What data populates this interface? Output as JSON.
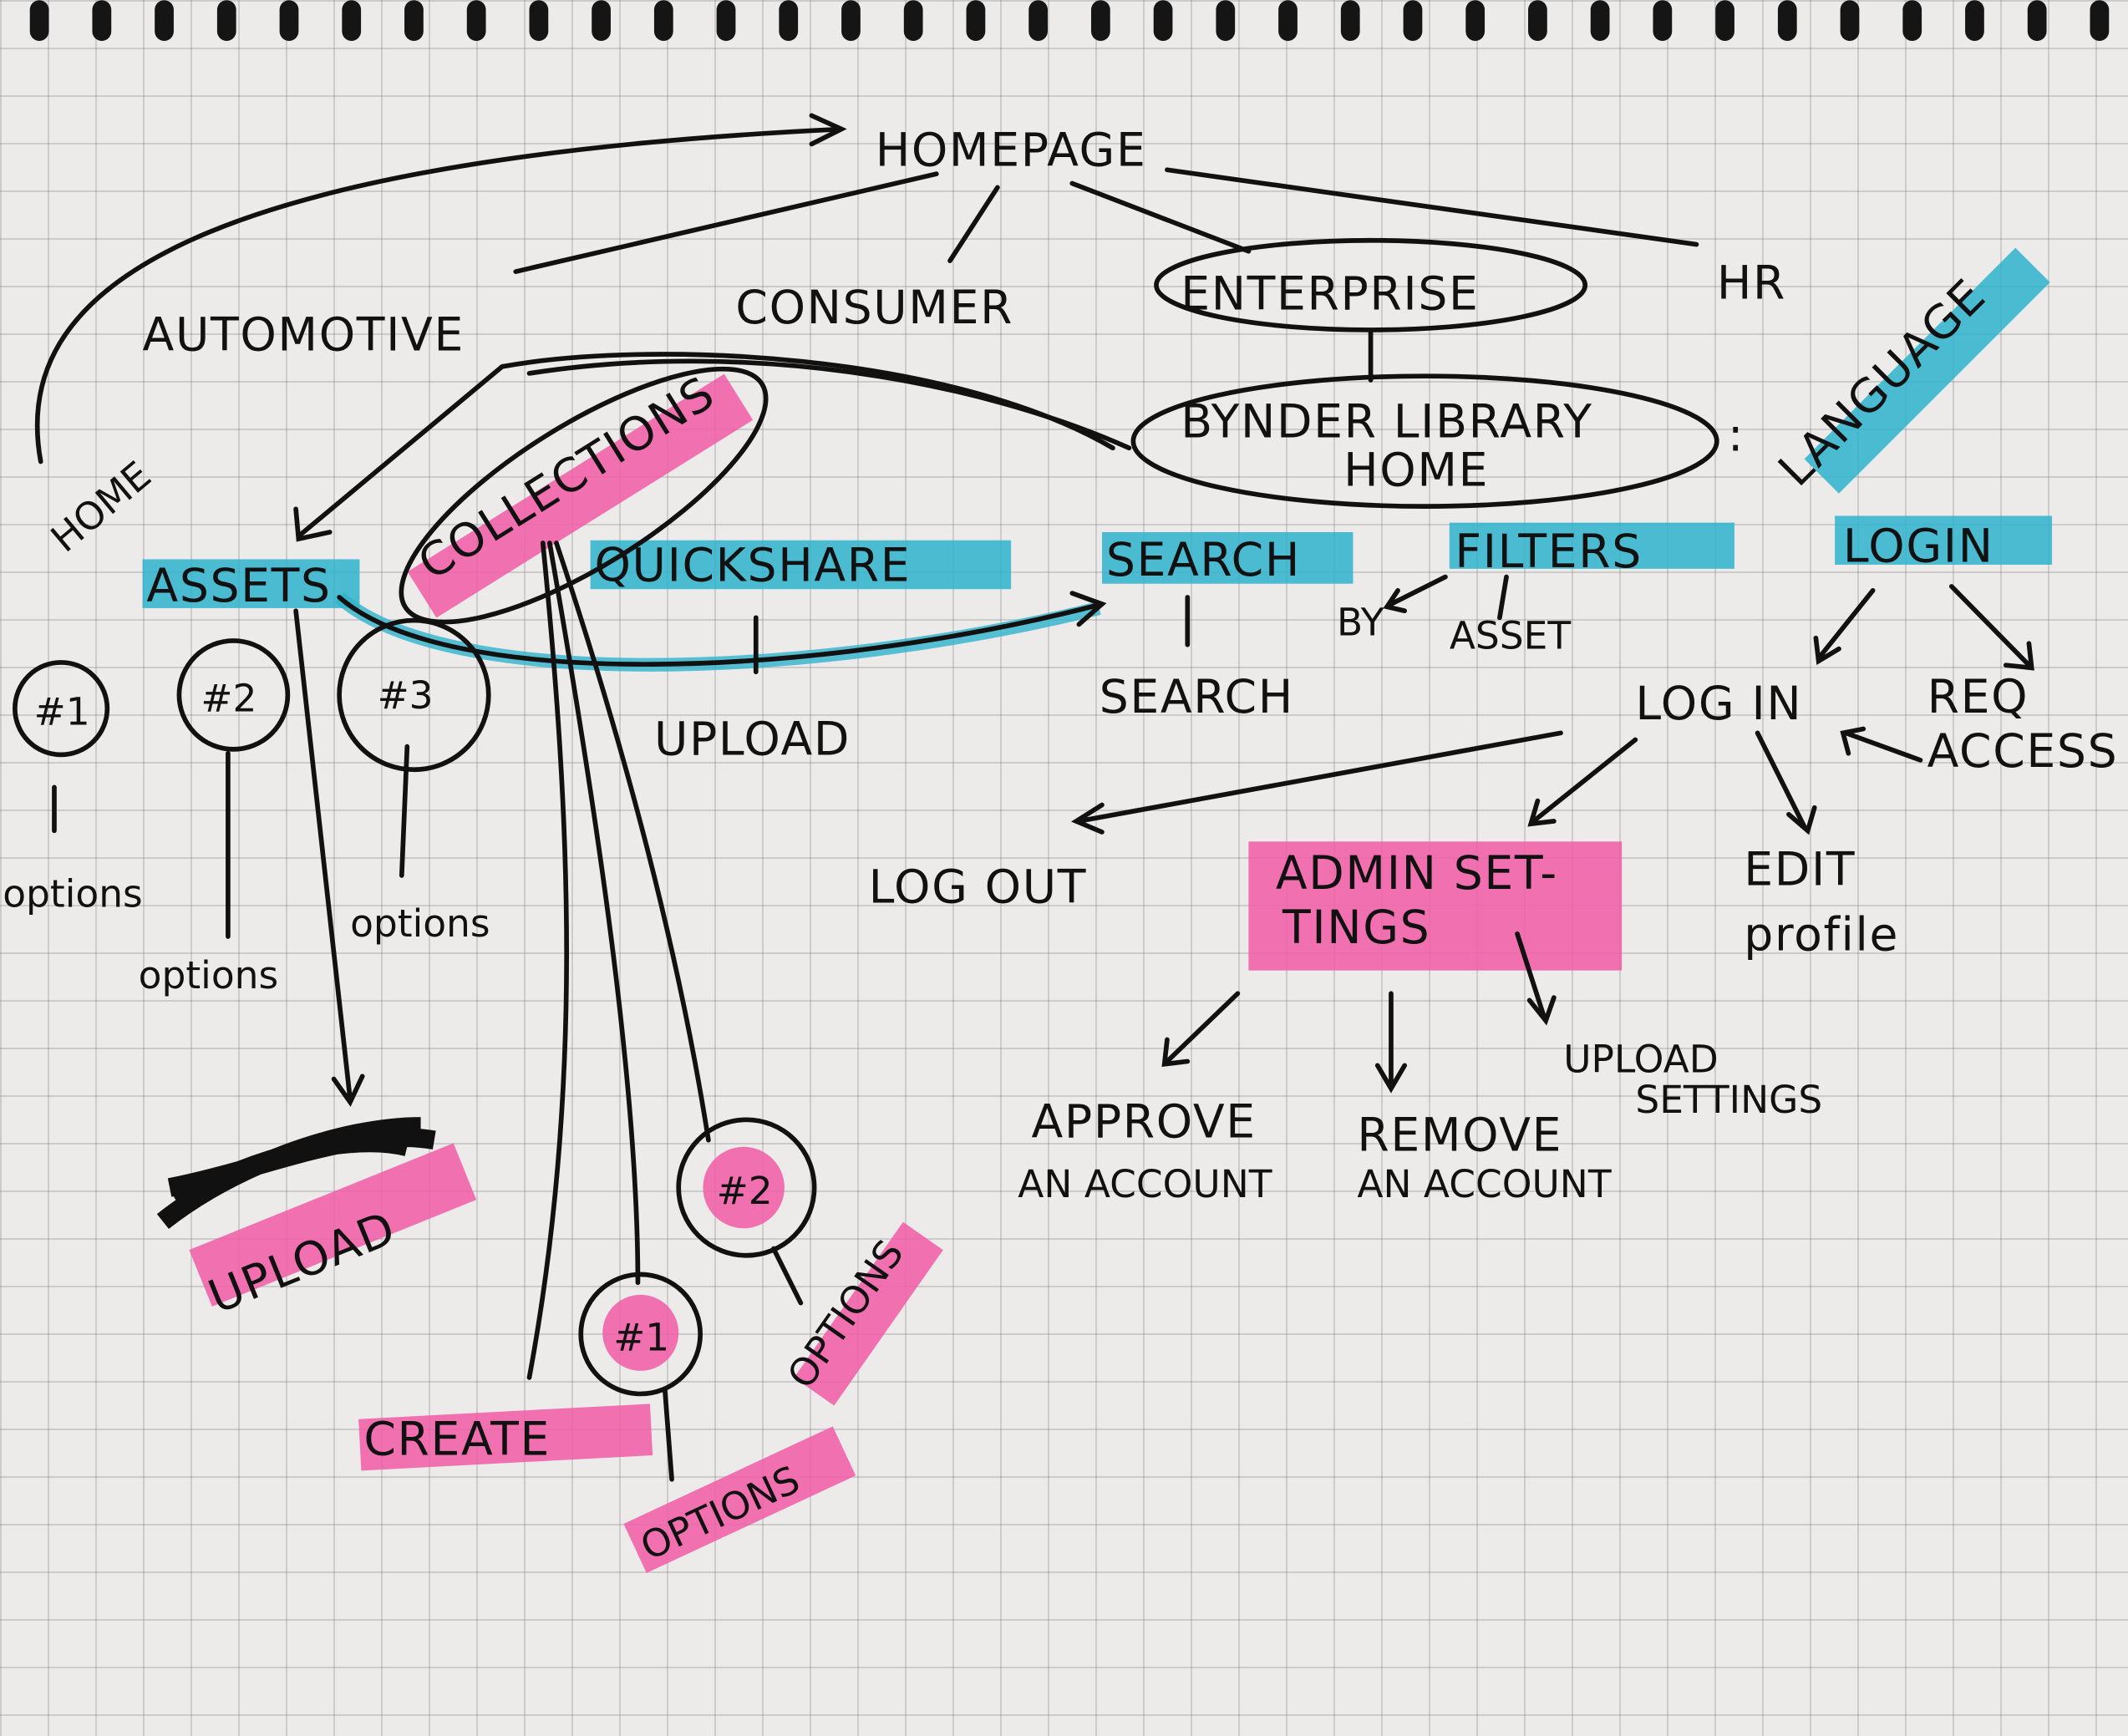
{
  "diagram": {
    "root": "HOMEPAGE",
    "categories": [
      "AUTOMOTIVE",
      "CONSUMER",
      "ENTERPRISE",
      "HR"
    ],
    "library_home": [
      "BYNDER LIBRARY",
      "HOME"
    ],
    "colon": ":",
    "home_link": "HOME",
    "language": "LANGUAGE",
    "sections": {
      "assets": "ASSETS",
      "collections": "COLLECTIONS",
      "quickshare": "QUICKSHARE",
      "search": "SEARCH",
      "filters": "FILTERS",
      "login": "LOGIN"
    },
    "assets_children": {
      "items": [
        "#1",
        "#2",
        "#3"
      ],
      "options": "options",
      "upload": "UPLOAD"
    },
    "quickshare_child": "UPLOAD",
    "search_child": "SEARCH",
    "filters_children": [
      "BY",
      "ASSET"
    ],
    "login_children": {
      "log_in": "LOG IN",
      "req_access": [
        "REQ",
        "ACCESS"
      ],
      "log_out": "LOG OUT",
      "admin_settings": [
        "ADMIN SET-",
        "TINGS"
      ],
      "edit_profile": [
        "EDIT",
        "profile"
      ]
    },
    "admin_children": {
      "approve": [
        "APPROVE",
        "AN ACCOUNT"
      ],
      "remove": [
        "REMOVE",
        "AN ACCOUNT"
      ],
      "upload_settings": [
        "UPLOAD",
        "SETTINGS"
      ]
    },
    "collections_children": {
      "items": [
        "#1",
        "#2"
      ],
      "create": "CREATE",
      "options": "OPTIONS"
    },
    "highlight_colors": {
      "cyan": "#2fb3cc",
      "pink": "#f25aa6"
    }
  }
}
